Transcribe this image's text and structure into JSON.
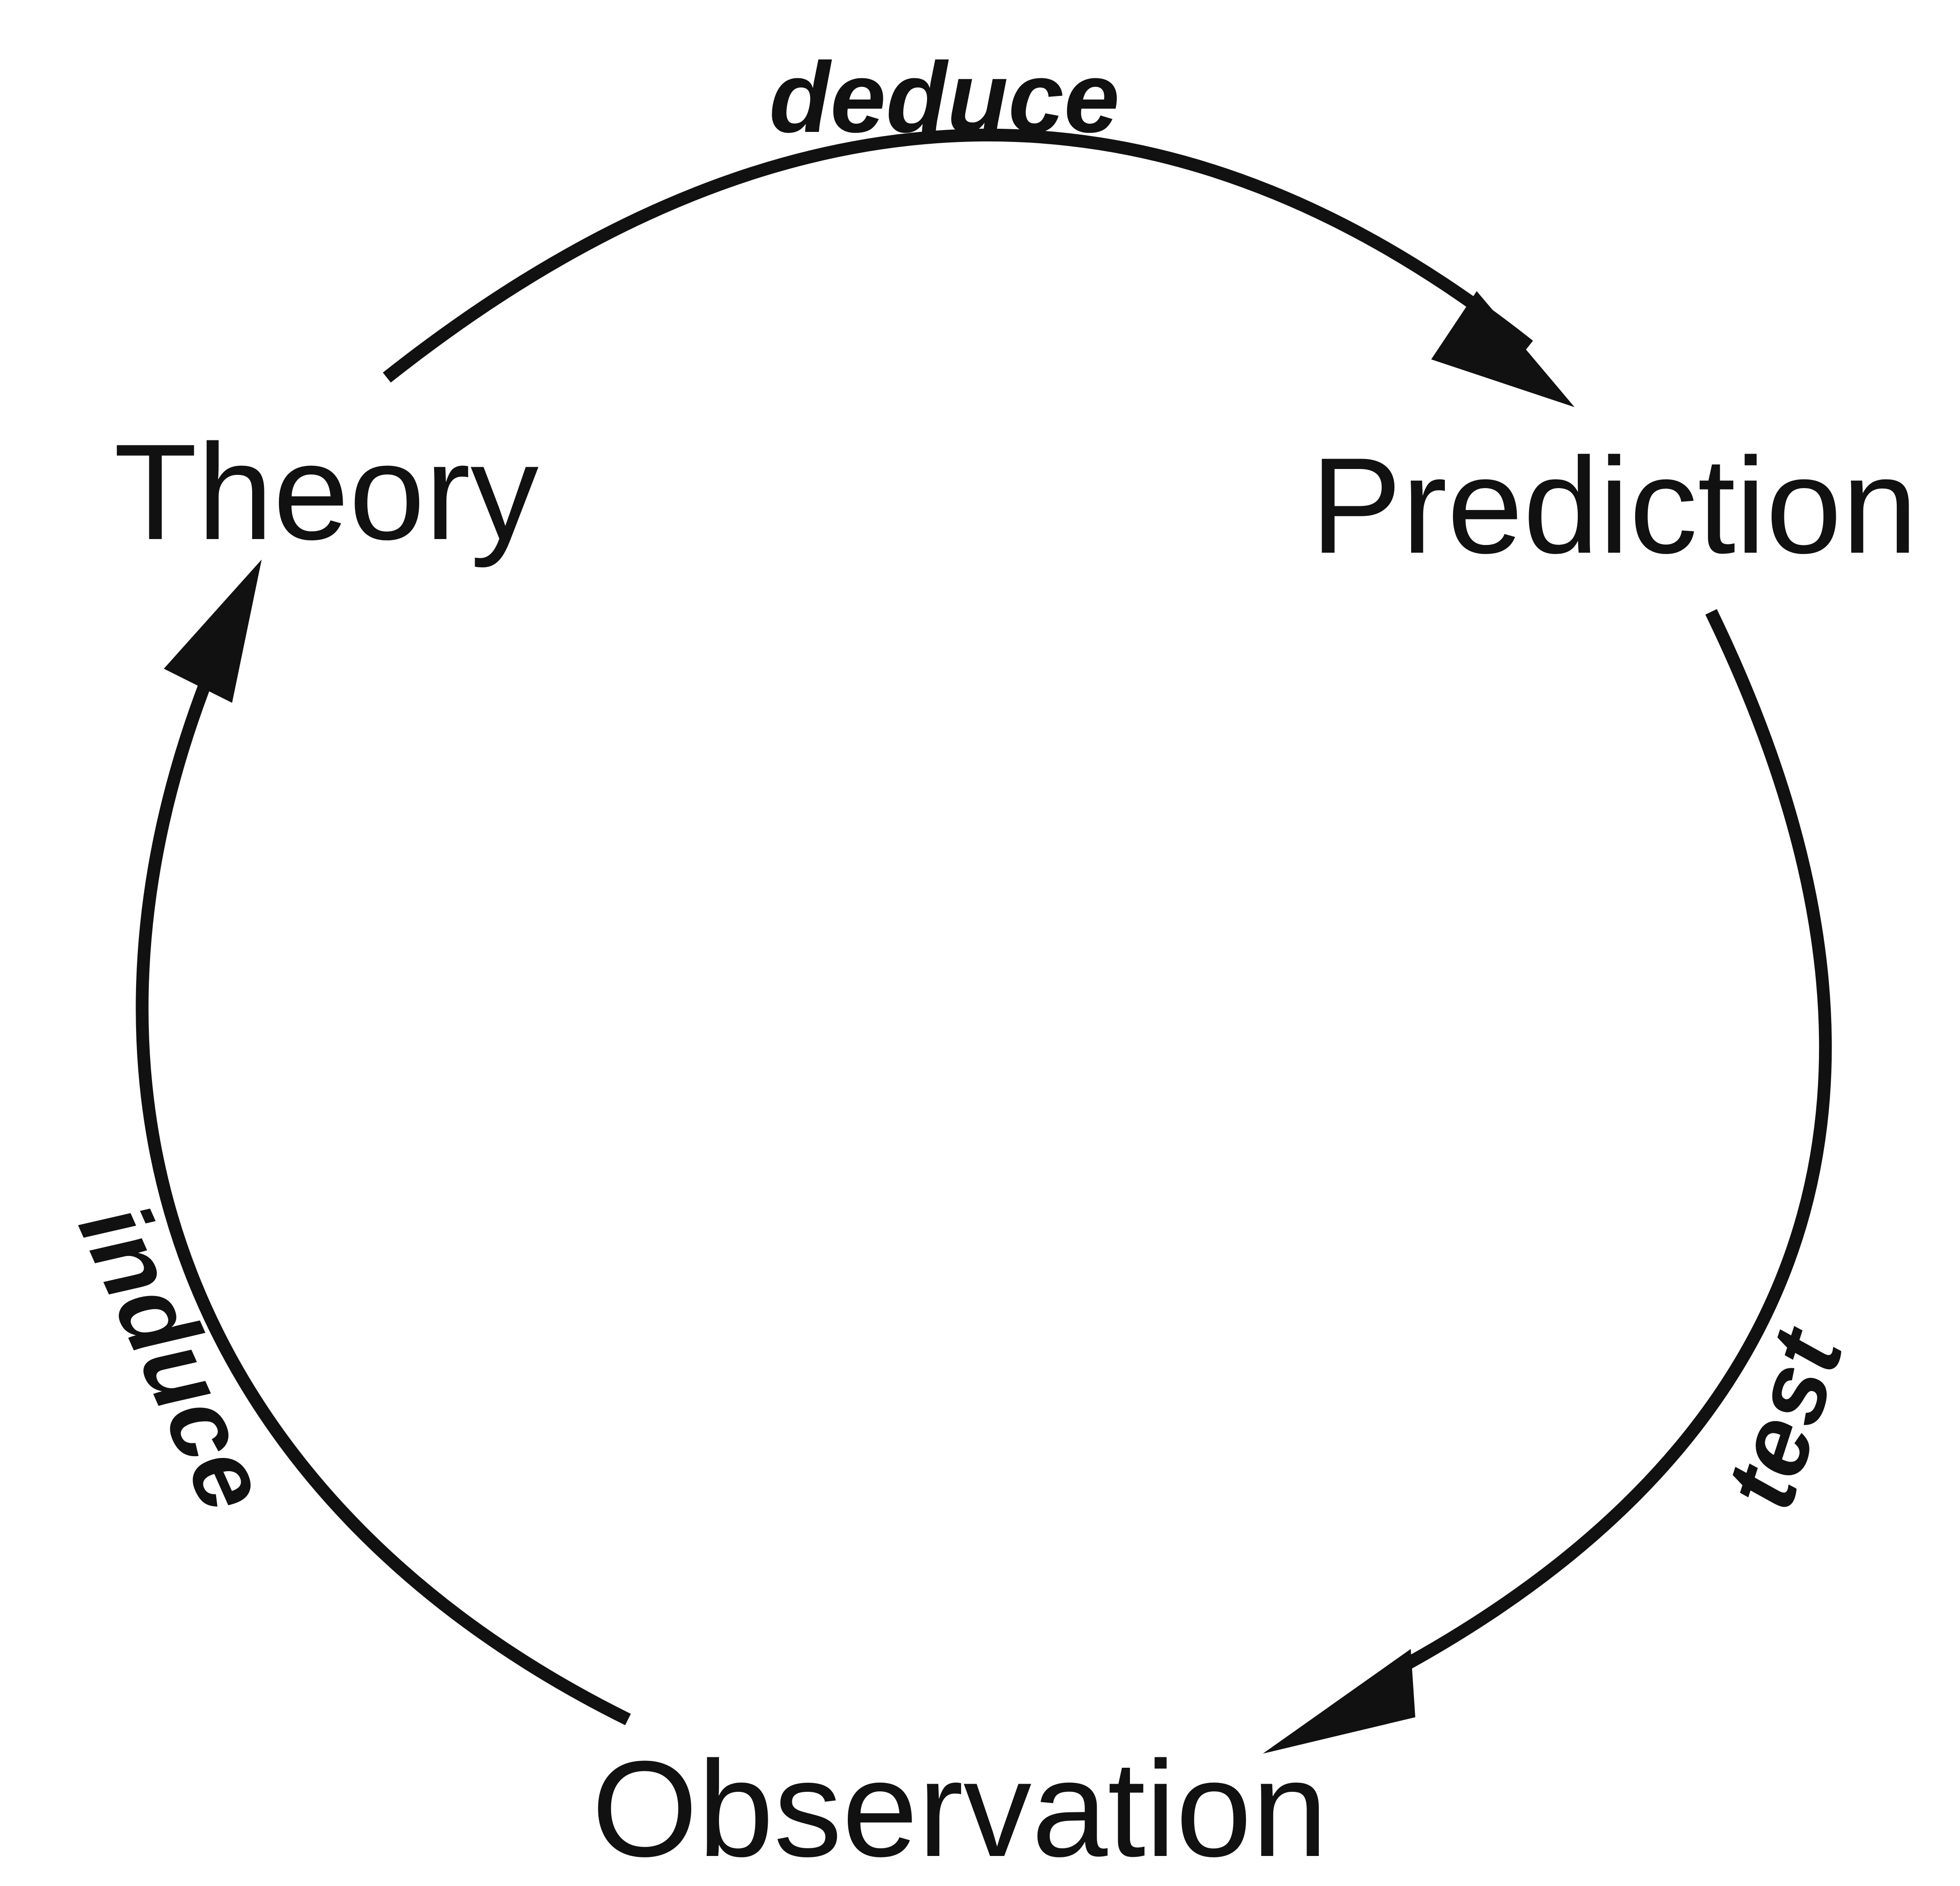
{
  "diagram": {
    "nodes": {
      "theory": "Theory",
      "prediction": "Prediction",
      "observation": "Observation"
    },
    "edges": {
      "deduce": "deduce",
      "test": "test",
      "induce": "induce"
    },
    "colors": {
      "ink": "#111111",
      "background": "#ffffff"
    }
  }
}
